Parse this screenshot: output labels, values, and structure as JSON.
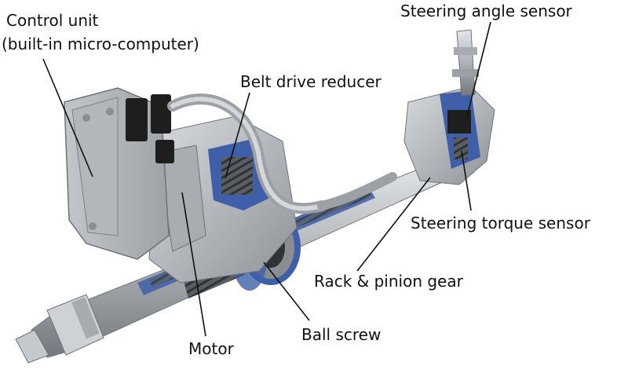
{
  "labels": {
    "control_unit": "Control unit",
    "control_unit_sub": "(built-in micro-computer)",
    "belt_drive": "Belt drive reducer",
    "steering_angle": "Steering angle sensor",
    "steering_torque": "Steering torque sensor",
    "rack_pinion": "Rack & pinion gear",
    "ball_screw": "Ball screw",
    "motor": "Motor"
  },
  "colors": {
    "metal": "#b9bcc0",
    "metal_dark": "#6f7378",
    "cutaway_blue": "#3f5fa8",
    "connector": "#1e1e1e",
    "line": "#111111"
  }
}
